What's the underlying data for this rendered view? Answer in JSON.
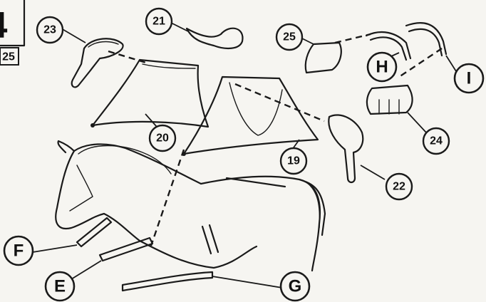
{
  "page": {
    "step_number": "4",
    "step_ref": "25"
  },
  "callouts": {
    "c23": "23",
    "c21": "21",
    "c25": "25",
    "c20": "20",
    "c19": "19",
    "c22": "22",
    "c24": "24",
    "cH": "H",
    "cI": "I",
    "cF": "F",
    "cE": "E",
    "cG": "G"
  },
  "colors": {
    "paper": "#f6f5f1",
    "ink": "#1a1a1a"
  }
}
